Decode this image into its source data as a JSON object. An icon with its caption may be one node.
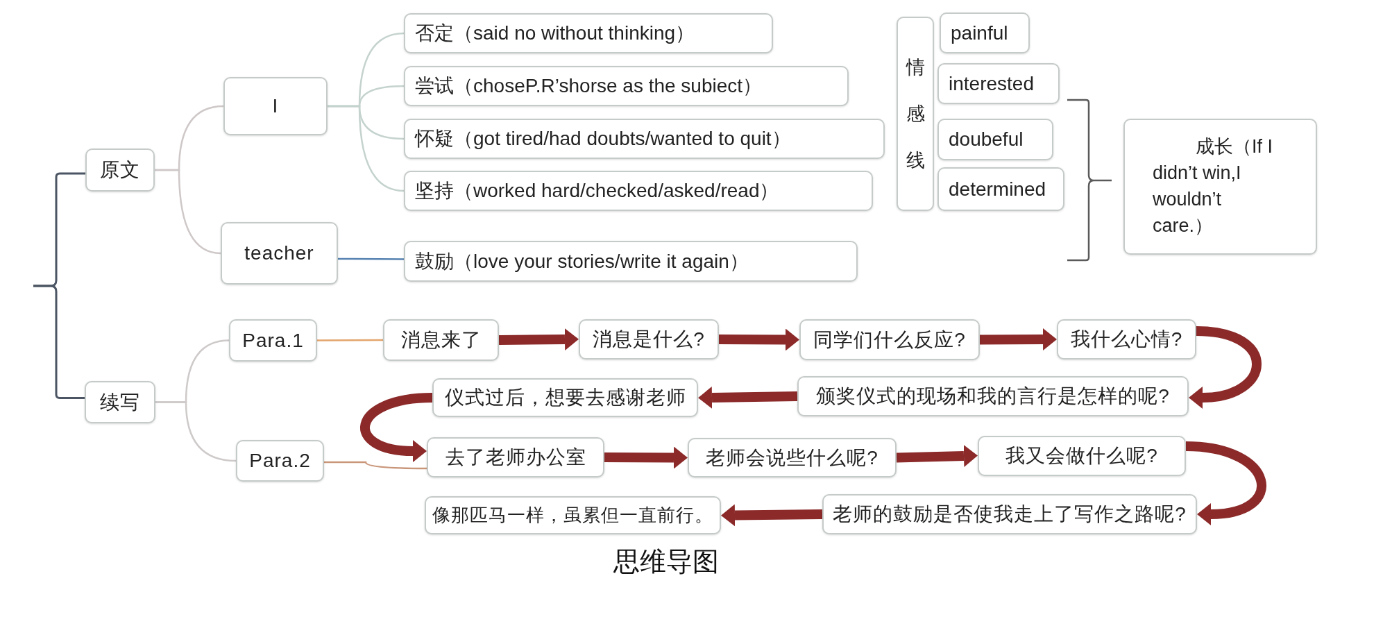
{
  "diagram": {
    "caption": "思维导图",
    "nodes": [
      {
        "text": [
          "原文"
        ]
      },
      {
        "text": [
          "I"
        ]
      },
      {
        "text": [
          "teacher"
        ]
      },
      {
        "text": [
          "否定（said no without thinking）"
        ]
      },
      {
        "text": [
          "尝试（choseP.R’shorse as the subiect）"
        ]
      },
      {
        "text": [
          "怀疑（got tired/had doubts/wanted to quit）"
        ]
      },
      {
        "text": [
          "坚持（worked hard/checked/asked/read）"
        ]
      },
      {
        "text": [
          "鼓励（love your stories/write it again）"
        ]
      },
      {
        "text": [
          "情感线"
        ]
      },
      {
        "text": [
          "painful"
        ]
      },
      {
        "text": [
          "interested"
        ]
      },
      {
        "text": [
          "doubeful"
        ]
      },
      {
        "text": [
          "determined"
        ]
      },
      {
        "text": [
          "成长（If I didn’t win,I wouldn’t care.）"
        ]
      },
      {
        "text": [
          "续写"
        ]
      },
      {
        "text": [
          "Para.1"
        ]
      },
      {
        "text": [
          "Para.2"
        ]
      },
      {
        "text": [
          "消息来了"
        ]
      },
      {
        "text": [
          "消息是什么?"
        ]
      },
      {
        "text": [
          "同学们什么反应?"
        ]
      },
      {
        "text": [
          "我什么心情?"
        ]
      },
      {
        "text": [
          "仪式过后，想要去感谢老师"
        ]
      },
      {
        "text": [
          "颁奖仪式的现场和我的言行是怎样的呢?"
        ]
      },
      {
        "text": [
          "去了老师办公室"
        ]
      },
      {
        "text": [
          "老师会说些什么呢?"
        ]
      },
      {
        "text": [
          "我又会做什么呢?"
        ]
      },
      {
        "text": [
          "像那匹马一样，虽累但一直前行。"
        ]
      },
      {
        "text": [
          "老师的鼓励是否使我走上了写作之路呢?"
        ]
      }
    ],
    "edges": [
      {
        "from": 0,
        "to": 1,
        "arrow": "none",
        "color": "#cfc8c8"
      },
      {
        "from": 0,
        "to": 2,
        "arrow": "none",
        "color": "#cfc8c8"
      },
      {
        "from": 1,
        "to": 3,
        "arrow": "none",
        "color": "#c5d3cf"
      },
      {
        "from": 1,
        "to": 4,
        "arrow": "none",
        "color": "#c5d3cf"
      },
      {
        "from": 1,
        "to": 5,
        "arrow": "none",
        "color": "#c5d3cf"
      },
      {
        "from": 1,
        "to": 6,
        "arrow": "none",
        "color": "#c5d3cf"
      },
      {
        "from": 2,
        "to": 7,
        "arrow": "none",
        "color": "#5682b1"
      },
      {
        "from": 14,
        "to": 15,
        "arrow": "none",
        "color": "#cfcaca"
      },
      {
        "from": 14,
        "to": 16,
        "arrow": "none",
        "color": "#cfcaca"
      },
      {
        "from": 15,
        "to": 17,
        "arrow": "none",
        "color": "#e3a56c"
      },
      {
        "from": 16,
        "to": 23,
        "arrow": "none",
        "color": "#c9967a"
      },
      {
        "from": 17,
        "to": 18,
        "arrow": "to",
        "style": "thick",
        "color": "#8c2a2a"
      },
      {
        "from": 18,
        "to": 19,
        "arrow": "to",
        "style": "thick",
        "color": "#8c2a2a"
      },
      {
        "from": 19,
        "to": 20,
        "arrow": "to",
        "style": "thick",
        "color": "#8c2a2a"
      },
      {
        "from": 20,
        "to": 22,
        "arrow": "to",
        "style": "thick",
        "color": "#8c2a2a"
      },
      {
        "from": 22,
        "to": 21,
        "arrow": "to",
        "style": "thick",
        "color": "#8c2a2a"
      },
      {
        "from": 21,
        "to": 23,
        "arrow": "to",
        "style": "thick",
        "color": "#8c2a2a"
      },
      {
        "from": 23,
        "to": 24,
        "arrow": "to",
        "style": "thick",
        "color": "#8c2a2a"
      },
      {
        "from": 24,
        "to": 25,
        "arrow": "to",
        "style": "thick",
        "color": "#8c2a2a"
      },
      {
        "from": 25,
        "to": 27,
        "arrow": "to",
        "style": "thick",
        "color": "#8c2a2a"
      },
      {
        "from": 27,
        "to": 26,
        "arrow": "to",
        "style": "thick",
        "color": "#8c2a2a"
      },
      {
        "from": null,
        "to": 0,
        "arrow": "none",
        "color": "#4b5563"
      },
      {
        "from": null,
        "to": 14,
        "arrow": "none",
        "color": "#4b5563"
      }
    ]
  }
}
